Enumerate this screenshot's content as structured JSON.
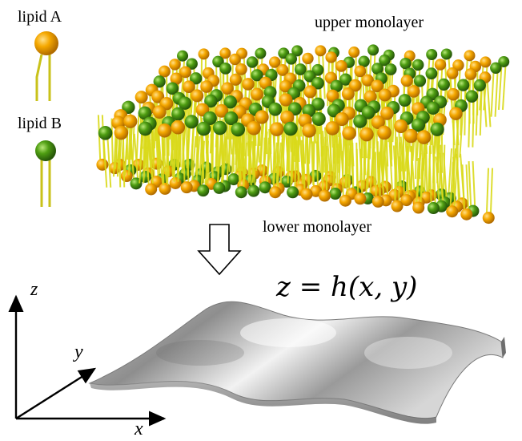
{
  "legend": {
    "lipid_a": {
      "label": "lipid A",
      "color": "#f5a800"
    },
    "lipid_b": {
      "label": "lipid B",
      "color": "#4f9e12"
    },
    "tail_color": "#d9d91a"
  },
  "membrane": {
    "upper_label": "upper monolayer",
    "lower_label": "lower monolayer"
  },
  "arrow": {
    "direction": "down"
  },
  "surface": {
    "equation": "z = h(x, y)",
    "color": "#a9a9a9"
  },
  "axes": {
    "x": "x",
    "y": "y",
    "z": "z"
  }
}
